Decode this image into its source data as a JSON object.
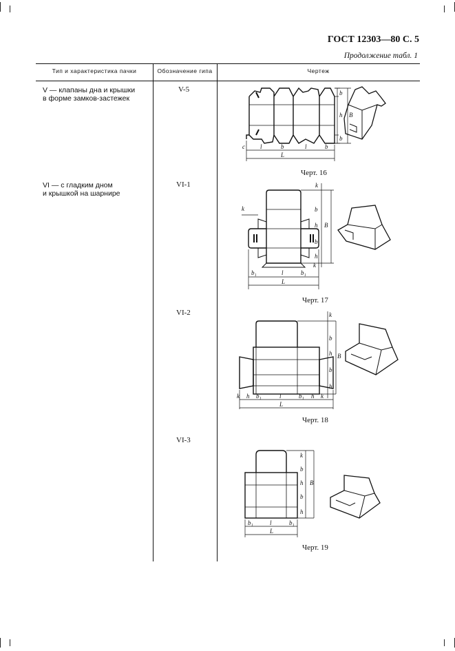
{
  "page": {
    "header": "ГОСТ 12303—80 С. 5",
    "subheader": "Продолжение табл. 1"
  },
  "table": {
    "columns": [
      "Тип и характеристика пачки",
      "Обозначение гипа",
      "Чертеж"
    ],
    "rows": [
      {
        "type_line1": "V — клапаны дна и крышки",
        "type_line2": "в форме замков-застежек",
        "code": "V-5",
        "caption": "Черт. 16"
      },
      {
        "type_line1": "VI — с гладким дном",
        "type_line2": "и крышкой на шарнире",
        "code": "VI-1",
        "caption": "Черт. 17"
      },
      {
        "type_line1": "",
        "type_line2": "",
        "code": "VI-2",
        "caption": "Черт. 18"
      },
      {
        "type_line1": "",
        "type_line2": "",
        "code": "VI-3",
        "caption": "Черт. 19"
      }
    ]
  },
  "drawing_labels": {
    "c": "c",
    "l": "l",
    "b": "b",
    "h": "h",
    "B": "B",
    "L": "L",
    "k": "k",
    "b1": "b₁"
  }
}
